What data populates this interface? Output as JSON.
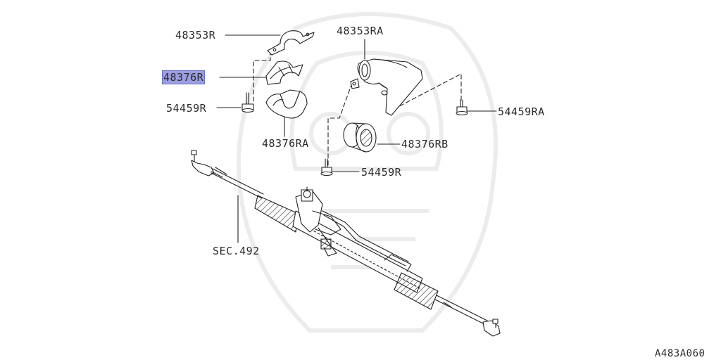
{
  "diagram": {
    "callouts": {
      "bracket_right": "48353R",
      "insulator_upper_right": "48376R",
      "bolt_right": "54459R",
      "insulator_lower_right": "48376RA",
      "bracket_left": "48353RA",
      "bolt_far_right": "54459RA",
      "insulator_round": "48376RB",
      "bolt_lower": "54459R",
      "section_ref": "SEC.492"
    },
    "diagram_id": "A483A060",
    "highlight_color": "#9b9ee0"
  }
}
